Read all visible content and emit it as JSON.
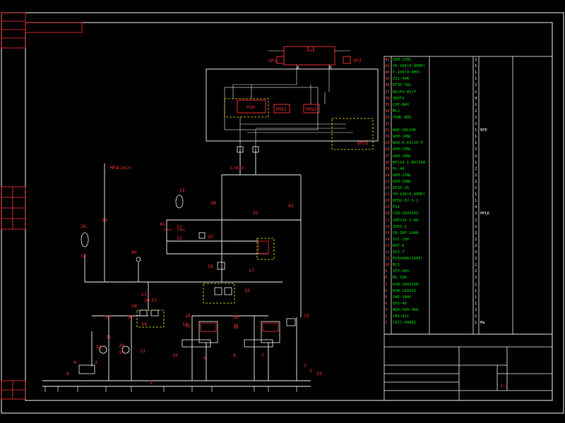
{
  "diagram": {
    "top_labels": {
      "sp1": "SP1",
      "sp2": "SP2",
      "a": "A",
      "b": "B",
      "ysh": "YSH",
      "yhs1": "YHS1",
      "yhs2": "YHS2",
      "dpsi": "DPSI"
    },
    "line_labels": {
      "left_pressure": "MPa",
      "left_flow": "L/min",
      "mid_flow": "L/min"
    },
    "callouts": [
      "31",
      "30",
      "25",
      "42",
      "26",
      "29",
      "21",
      "41",
      "22",
      "32",
      "24",
      "40",
      "39",
      "17",
      "27",
      "18",
      "28",
      "38",
      "37",
      "35",
      "36",
      "34",
      "16",
      "12",
      "11",
      "33",
      "15",
      "14",
      "13",
      "10",
      "9",
      "4",
      "3",
      "20",
      "19",
      "1",
      "2",
      "5",
      "6",
      "8",
      "7",
      "23",
      "10"
    ]
  },
  "bom": {
    "rows": [
      {
        "no": "42",
        "name": "GHH-25NL",
        "qty": "1"
      },
      {
        "no": "41",
        "name": "YK-100(0-40MP)",
        "qty": "1"
      },
      {
        "no": "40",
        "name": "Y-100(0-4MP)",
        "qty": "1"
      },
      {
        "no": "39",
        "name": "ZS1-40B",
        "qty": "1"
      },
      {
        "no": "38",
        "name": "DF1P-16G",
        "qty": "2"
      },
      {
        "no": "37",
        "name": "DK(PV-A5/F",
        "qty": "1"
      },
      {
        "no": "36",
        "name": "SBDF1",
        "qty": "4"
      },
      {
        "no": "35",
        "name": "CHF-B40",
        "qty": "1"
      },
      {
        "no": "34",
        "name": "ML2",
        "qty": "2"
      },
      {
        "no": "33",
        "name": "YKNL-B06",
        "qty": "1"
      },
      {
        "no": "32",
        "name": "",
        "qty": "1"
      },
      {
        "no": "31",
        "name": "WQD-10LSH6",
        "qty": "1",
        "note": "BPE"
      },
      {
        "no": "30",
        "name": "GHH-10NL",
        "qty": "1"
      },
      {
        "no": "29",
        "name": "NXQ-0.63/20-F",
        "qty": "1"
      },
      {
        "no": "28",
        "name": "GHH-20NL",
        "qty": "2"
      },
      {
        "no": "27",
        "name": "GHH-10NL",
        "qty": "2"
      },
      {
        "no": "26",
        "name": "HFJ10-1-B97108",
        "qty": "1"
      },
      {
        "no": "25",
        "name": "PL-40",
        "qty": "2"
      },
      {
        "no": "24",
        "name": "GHH-15NL",
        "qty": "2"
      },
      {
        "no": "23",
        "name": "GHH-30NL",
        "qty": "2"
      },
      {
        "no": "22",
        "name": "DF1P-16",
        "qty": "1"
      },
      {
        "no": "21",
        "name": "YM-100(0-40MP)",
        "qty": "1"
      },
      {
        "no": "20",
        "name": "HFB2-P2-S-1",
        "qty": "1"
      },
      {
        "no": "19",
        "name": "PSI",
        "qty": "4"
      },
      {
        "no": "18",
        "name": "CSH-160X10S",
        "qty": "2",
        "note": "HPLK"
      },
      {
        "no": "17",
        "name": "SRFV10-1-B0",
        "qty": "2"
      },
      {
        "no": "16",
        "name": "ZDDY-2",
        "qty": "2"
      },
      {
        "no": "15",
        "name": "YB-ZRF-100B",
        "qty": "2"
      },
      {
        "no": "14",
        "name": "SYC-100",
        "qty": "2"
      },
      {
        "no": "13",
        "name": "KKF-6",
        "qty": "2"
      },
      {
        "no": "12",
        "name": "SFV-7",
        "qty": "2"
      },
      {
        "no": "11",
        "name": "KX5G0BA(100F)",
        "qty": "2"
      },
      {
        "no": "10",
        "name": "ML5",
        "qty": "2"
      },
      {
        "no": "9",
        "name": "SFV-40S",
        "qty": "2"
      },
      {
        "no": "8",
        "name": "ML-16A",
        "qty": "2"
      },
      {
        "no": "7",
        "name": "HXN-1E0X10B",
        "qty": "1"
      },
      {
        "no": "6",
        "name": "HXN-1E0X20",
        "qty": "1"
      },
      {
        "no": "5",
        "name": "YWE-100F",
        "qty": "1"
      },
      {
        "no": "4",
        "name": "EPS-40",
        "qty": "1"
      },
      {
        "no": "3",
        "name": "WQD-500-300",
        "qty": "1"
      },
      {
        "no": "2",
        "name": "YBS-411",
        "qty": "1"
      },
      {
        "no": "1",
        "name": "101J-400E1",
        "qty": "1",
        "note": "Ma"
      }
    ]
  },
  "title_block": {
    "sheet": "1:2"
  }
}
